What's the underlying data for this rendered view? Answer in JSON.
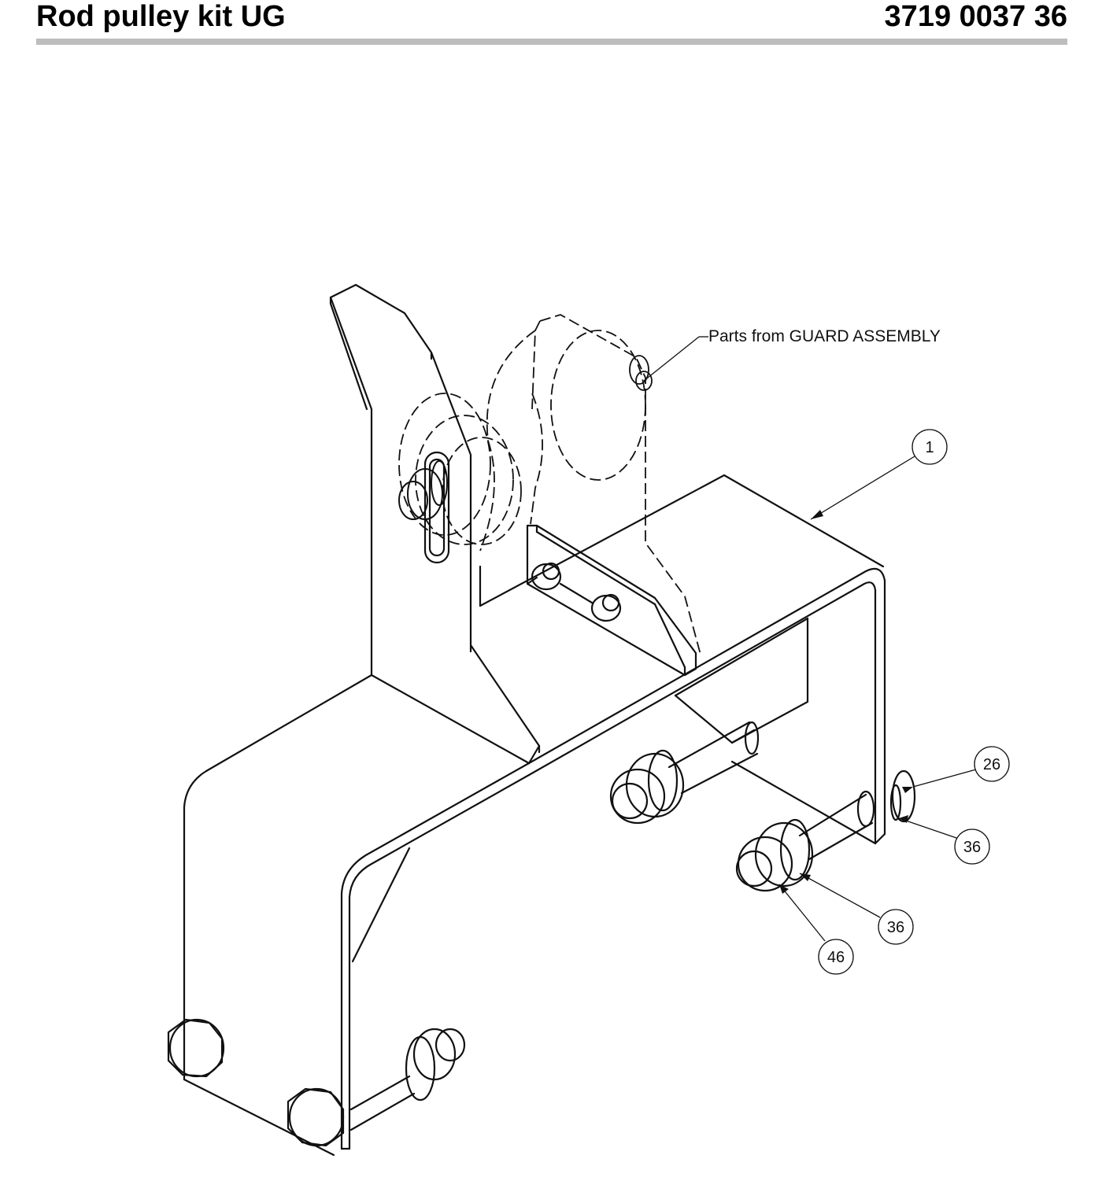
{
  "header": {
    "title": "Rod pulley kit UG",
    "part_number": "3719 0037 36",
    "rule_color": "#bdbdbd"
  },
  "drawing": {
    "note": "Parts from GUARD ASSEMBLY",
    "callouts": {
      "c1": "1",
      "c26": "26",
      "c36a": "36",
      "c36b": "36",
      "c46": "46"
    },
    "line_color": "#111111"
  }
}
